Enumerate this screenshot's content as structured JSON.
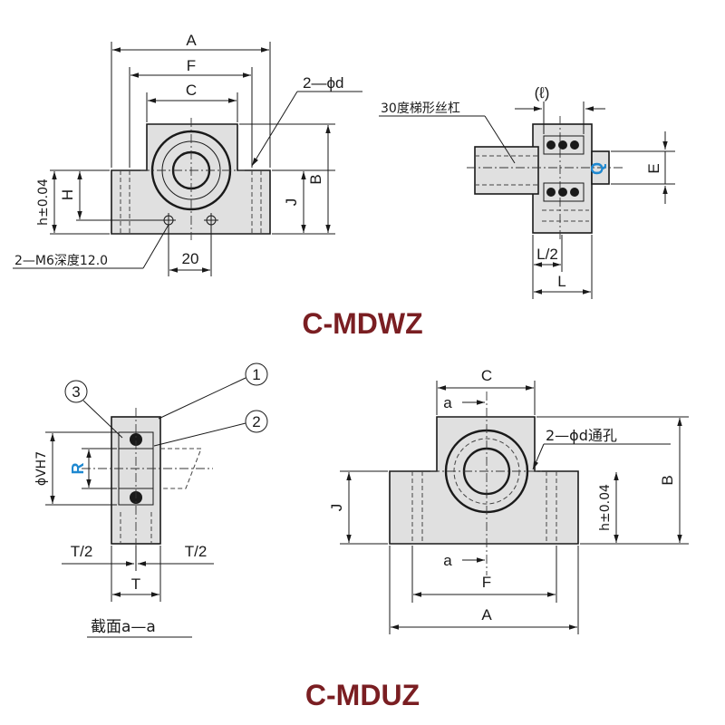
{
  "diagram_c_mdwz": {
    "title": "C-MDWZ",
    "dims": {
      "A": "A",
      "F": "F",
      "C": "C",
      "d_holes": "2—ϕd",
      "H": "H",
      "h": "h±0.04",
      "J": "J",
      "B": "B",
      "tap": "2—M6深度12.0",
      "pitch20": "20"
    },
    "side_view": {
      "screw_label": "30度梯形丝杠",
      "ell": "(ℓ)",
      "Q": "Q",
      "E": "E",
      "L_half": "L/2",
      "L": "L"
    }
  },
  "diagram_c_mduz": {
    "title": "C-MDUZ",
    "section": {
      "item1": "1",
      "item2": "2",
      "item3": "3",
      "phiV": "ϕVH7",
      "R": "R",
      "T_half_left": "T/2",
      "T_half_right": "T/2",
      "T": "T",
      "caption": "截面a—a"
    },
    "front": {
      "C": "C",
      "a_top": "a",
      "d_holes": "2—ϕd通孔",
      "J": "J",
      "h": "h±0.04",
      "B": "B",
      "a_bottom": "a",
      "F": "F",
      "A": "A"
    }
  },
  "colors": {
    "title": "#7a1e22",
    "body_fill": "#e0e0e0",
    "accent_blue": "#1e88d0"
  }
}
